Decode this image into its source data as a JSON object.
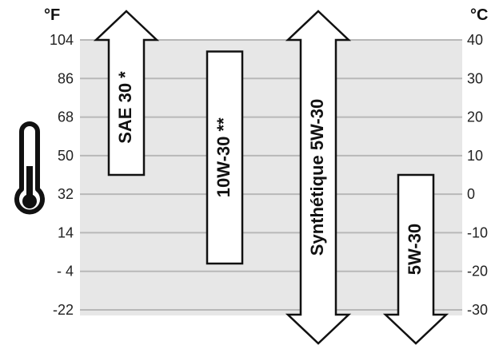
{
  "units": {
    "left": "°F",
    "right": "°C"
  },
  "scale": {
    "fahrenheit_ticks": [
      "104",
      "86",
      "68",
      "50",
      "32",
      "14",
      "- 4",
      "-22"
    ],
    "celsius_ticks": [
      "40",
      "30",
      "20",
      "10",
      "0",
      "-10",
      "-20",
      "-30"
    ],
    "celsius_values": [
      40,
      30,
      20,
      10,
      0,
      -10,
      -20,
      -30
    ]
  },
  "thermometer_icon": "thermometer-icon",
  "bars": [
    {
      "label": "SAE 30 *",
      "min_c": 5,
      "max_c": 40,
      "extends_up": true,
      "extends_down": false
    },
    {
      "label": "10W-30 **",
      "min_c": -18,
      "max_c": 37,
      "extends_up": false,
      "extends_down": false
    },
    {
      "label": "Synthétique 5W-30",
      "min_c": -30,
      "max_c": 40,
      "extends_up": true,
      "extends_down": true
    },
    {
      "label": "5W-30",
      "min_c": -30,
      "max_c": 5,
      "extends_up": false,
      "extends_down": true
    }
  ],
  "colors": {
    "band": "#e7e7e7",
    "grid": "#b8b8b8",
    "outline": "#111111",
    "bar_fill": "#ffffff"
  }
}
